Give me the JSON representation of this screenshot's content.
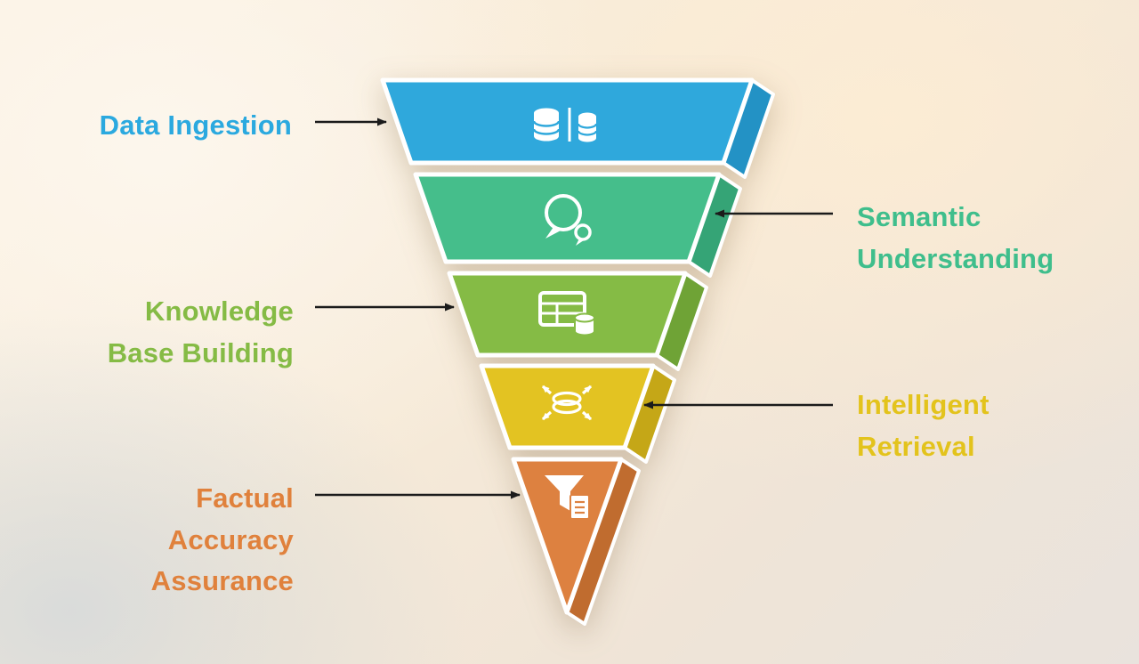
{
  "diagram": {
    "type": "funnel",
    "direction": "top-to-bottom",
    "stages": [
      {
        "label": "Data Ingestion",
        "lines": [
          "Data Ingestion"
        ],
        "color": "#2FA8DC",
        "side_color": "#2392C5",
        "text_color": "#2BA9DF",
        "icon": "database-stack-icon",
        "label_side": "left"
      },
      {
        "label": "Semantic Understanding",
        "lines": [
          "Semantic",
          "Understanding"
        ],
        "color": "#45BE8B",
        "side_color": "#35A476",
        "text_color": "#3FBE8C",
        "icon": "chat-search-icon",
        "label_side": "right"
      },
      {
        "label": "Knowledge Base Building",
        "lines": [
          "Knowledge",
          "Base Building"
        ],
        "color": "#85BB45",
        "side_color": "#6FA336",
        "text_color": "#85BB45",
        "icon": "table-database-icon",
        "label_side": "left"
      },
      {
        "label": "Intelligent Retrieval",
        "lines": [
          "Intelligent",
          "Retrieval"
        ],
        "color": "#E3C322",
        "side_color": "#C5A717",
        "text_color": "#E3C31C",
        "icon": "retrieval-sync-icon",
        "label_side": "right"
      },
      {
        "label": "Factual Accuracy Assurance",
        "lines": [
          "Factual",
          "Accuracy",
          "Assurance"
        ],
        "color": "#DD8140",
        "side_color": "#C06C2F",
        "text_color": "#E0813C",
        "icon": "filter-document-icon",
        "label_side": "left"
      }
    ]
  },
  "style": {
    "arrow_color": "#1b1b1b",
    "outline_color": "#ffffff"
  }
}
